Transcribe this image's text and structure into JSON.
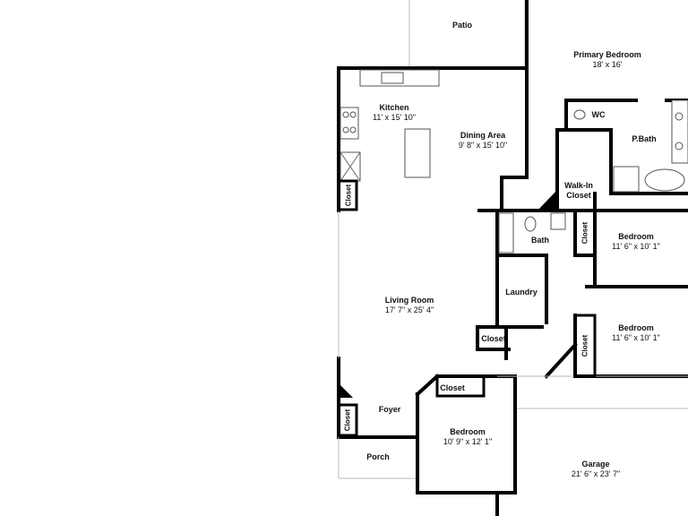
{
  "rooms": {
    "patio": {
      "name": "Patio"
    },
    "primary_bedroom": {
      "name": "Primary Bedroom",
      "dim": "18' x 16'"
    },
    "kitchen": {
      "name": "Kitchen",
      "dim": "11' x 15' 10\""
    },
    "dining": {
      "name": "Dining Area",
      "dim": "9' 8\" x 15' 10\""
    },
    "wc": {
      "name": "WC"
    },
    "pbath": {
      "name": "P.Bath"
    },
    "walkin": {
      "name": "Walk-In\nCloset"
    },
    "bath": {
      "name": "Bath"
    },
    "bedroom2": {
      "name": "Bedroom",
      "dim": "11' 6\" x 10' 1\""
    },
    "bedroom3": {
      "name": "Bedroom",
      "dim": "11' 6\" x 10' 1\""
    },
    "laundry": {
      "name": "Laundry"
    },
    "living": {
      "name": "Living Room",
      "dim": "17' 7\" x 25' 4\""
    },
    "foyer": {
      "name": "Foyer"
    },
    "bedroom4": {
      "name": "Bedroom",
      "dim": "10' 9\" x 12' 1\""
    },
    "porch": {
      "name": "Porch"
    },
    "garage": {
      "name": "Garage",
      "dim": "21' 6\" x 23' 7\""
    }
  },
  "closets": {
    "kitchen_closet": "Closet",
    "foyer_closet": "Closet",
    "laundry_closet": "Closet",
    "bedroom2_closet": "Closet",
    "bedroom3_closet": "Closet",
    "bedroom4_closet": "Closet"
  }
}
